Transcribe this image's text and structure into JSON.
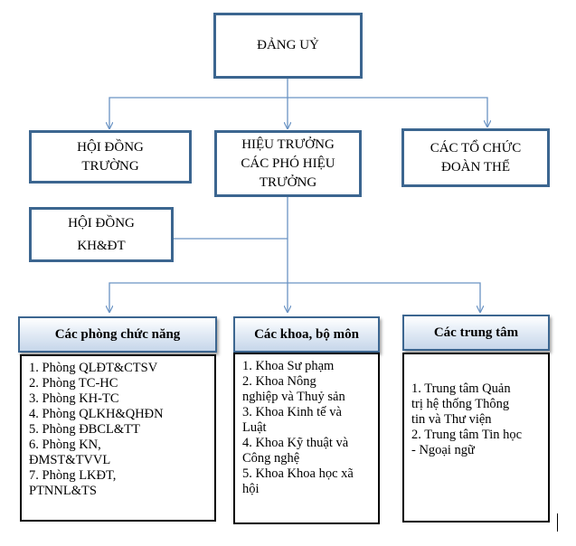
{
  "top": {
    "title": "ĐẢNG UỶ"
  },
  "row2": {
    "left": [
      "HỘI ĐỒNG",
      "TRƯỜNG"
    ],
    "center": [
      "HIỆU TRƯỞNG",
      "CÁC PHÓ HIỆU",
      "TRƯỞNG"
    ],
    "right": [
      "CÁC TỔ CHỨC",
      "ĐOÀN THỂ"
    ]
  },
  "council": [
    "HỘI ĐỒNG",
    "KH&ĐT"
  ],
  "groups": [
    {
      "title": "Các phòng chức năng",
      "items": [
        "1. Phòng QLĐT&CTSV",
        "2. Phòng TC-HC",
        "3. Phòng KH-TC",
        "4. Phòng QLKH&QHĐN",
        "5. Phòng ĐBCL&TT",
        "6. Phòng KN,",
        "ĐMST&TVVL",
        "7. Phòng LKĐT,",
        "PTNNL&TS"
      ]
    },
    {
      "title": "Các khoa, bộ môn",
      "items": [
        "1. Khoa Sư phạm",
        "2. Khoa Nông",
        "nghiệp và Thuỷ sản",
        "3. Khoa Kinh tế và",
        "Luật",
        "4. Khoa Kỹ thuật và",
        "Công nghệ",
        "5. Khoa Khoa học xã",
        "hội"
      ]
    },
    {
      "title": "Các trung tâm",
      "items": [
        "1. Trung tâm Quản",
        "trị hệ thống Thông",
        "tin và Thư viện",
        "2. Trung tâm Tin học",
        "- Ngoại ngữ"
      ]
    }
  ]
}
